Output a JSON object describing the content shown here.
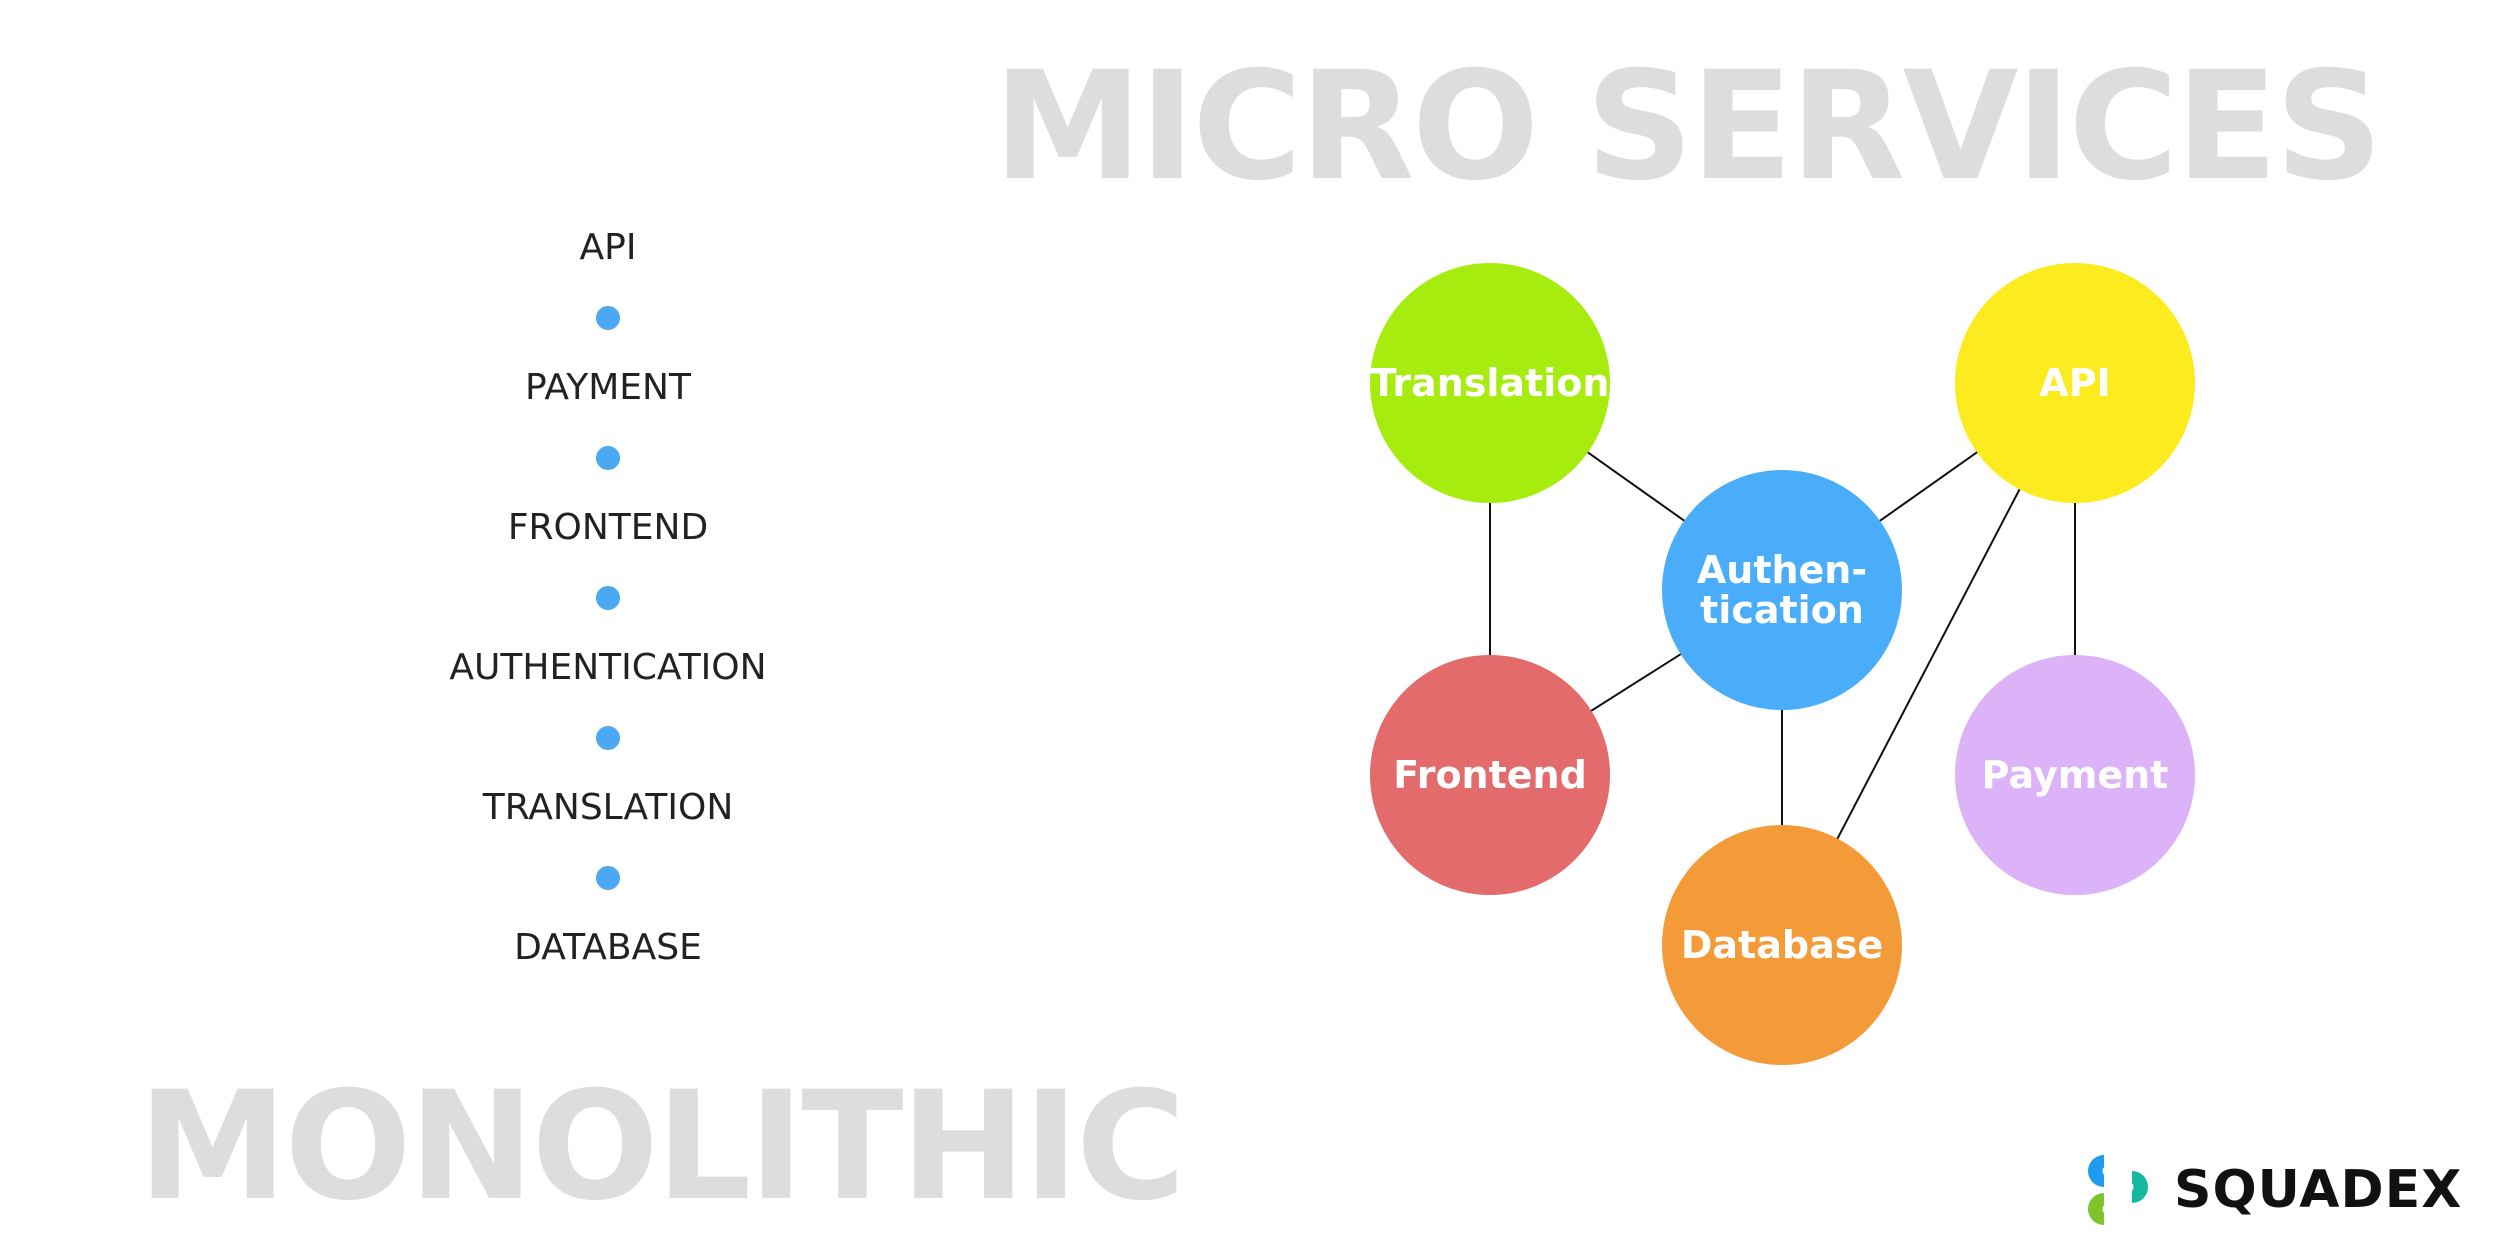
{
  "titles": {
    "micro": "MICRO SERVICES",
    "mono": "MONOLITHIC"
  },
  "monolithic_list": [
    "API",
    "PAYMENT",
    "FRONTEND",
    "AUTHENTICATION",
    "TRANSLATION",
    "DATABASE"
  ],
  "colors": {
    "title_gray": "#dddddd",
    "dot": "#4aa8f5",
    "translation": "#a6ed0f",
    "api": "#fcec1f",
    "authentication": "#4aadf9",
    "frontend": "#e36b6b",
    "payment": "#dcb2f8",
    "database": "#f29b38"
  },
  "nodes": [
    {
      "id": "translation",
      "lines": [
        "Translation"
      ]
    },
    {
      "id": "api",
      "lines": [
        "API"
      ]
    },
    {
      "id": "authentication",
      "lines": [
        "Authen-",
        "tication"
      ]
    },
    {
      "id": "frontend",
      "lines": [
        "Frontend"
      ]
    },
    {
      "id": "payment",
      "lines": [
        "Payment"
      ]
    },
    {
      "id": "database",
      "lines": [
        "Database"
      ]
    }
  ],
  "edges": [
    [
      "translation",
      "frontend"
    ],
    [
      "translation",
      "authentication"
    ],
    [
      "authentication",
      "frontend"
    ],
    [
      "authentication",
      "api"
    ],
    [
      "authentication",
      "database"
    ],
    [
      "api",
      "payment"
    ],
    [
      "api",
      "database"
    ]
  ],
  "brand": {
    "name": "SQUADEX",
    "icon": "squadex-logo-icon"
  }
}
